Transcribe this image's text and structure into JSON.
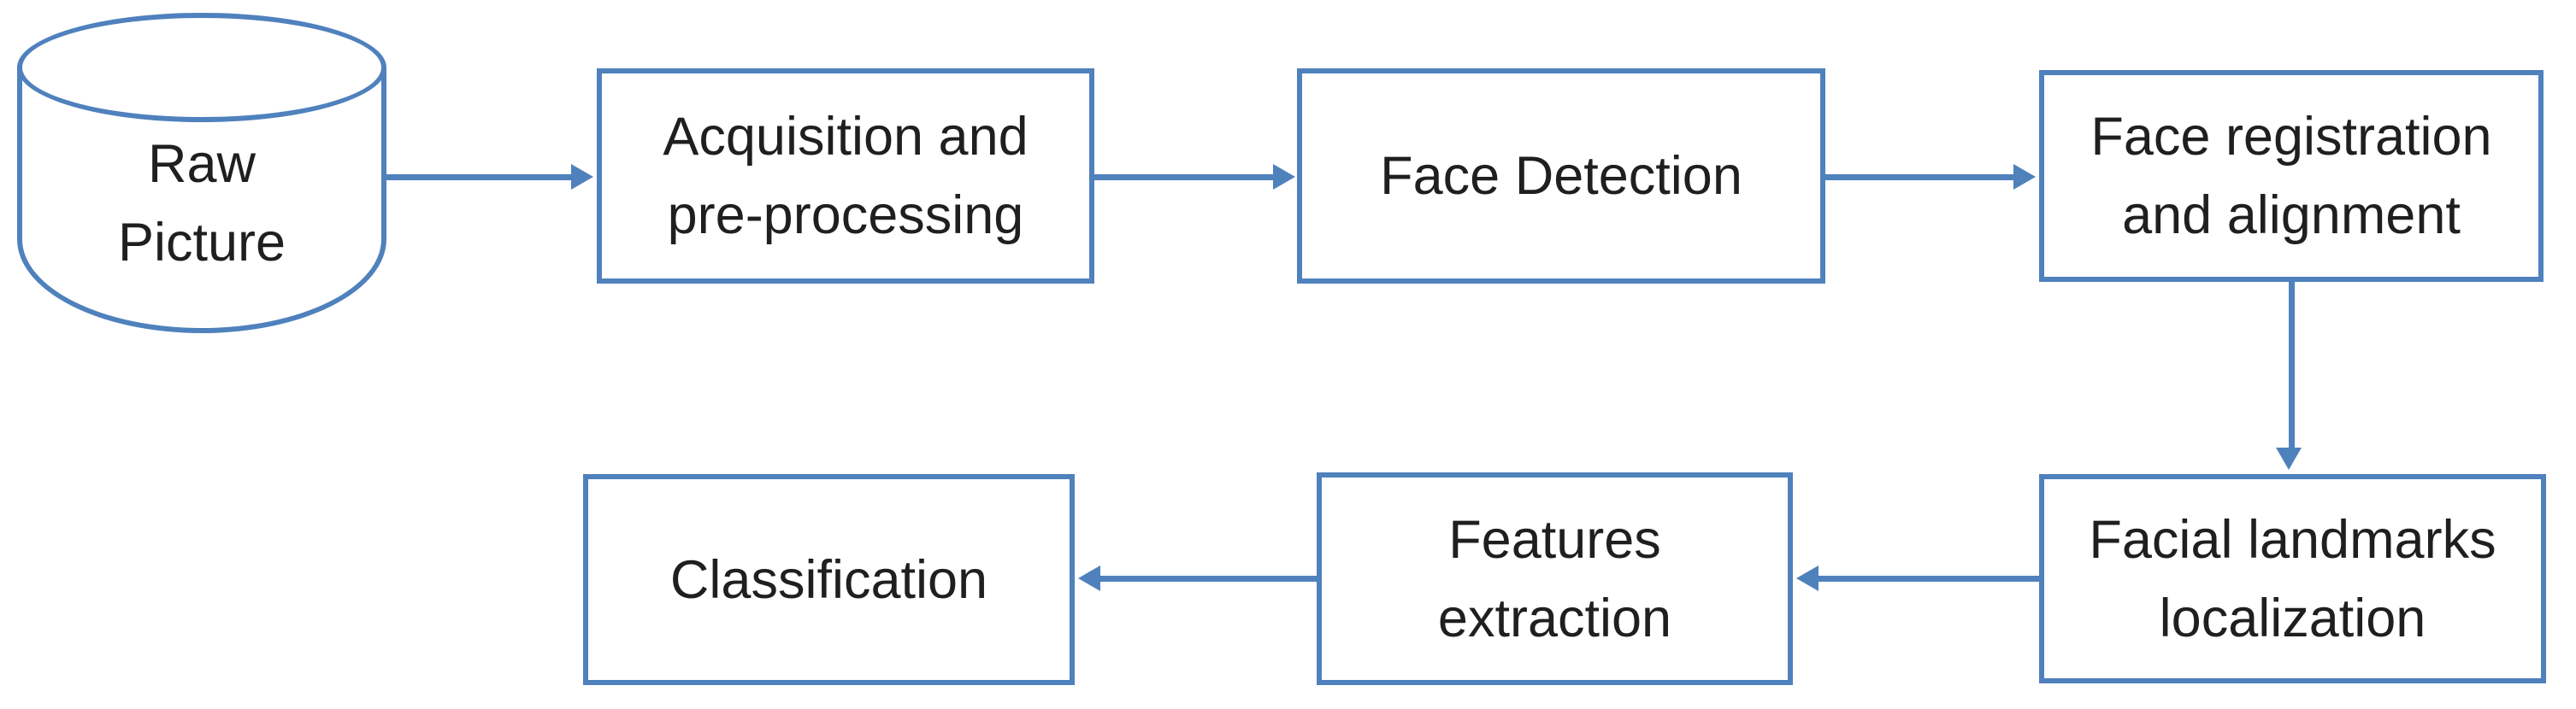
{
  "diagram": {
    "type": "flowchart",
    "colors": {
      "accent": "#4f81bd",
      "text": "#1f1f1f",
      "background": "#ffffff"
    },
    "nodes": [
      {
        "id": "raw-picture",
        "shape": "cylinder",
        "lines": [
          "Raw",
          "Picture"
        ]
      },
      {
        "id": "acquisition-pre-processing",
        "shape": "rect",
        "lines": [
          "Acquisition and",
          "pre-processing"
        ]
      },
      {
        "id": "face-detection",
        "shape": "rect",
        "lines": [
          "Face Detection"
        ]
      },
      {
        "id": "face-registration-alignment",
        "shape": "rect",
        "lines": [
          "Face registration",
          "and alignment"
        ]
      },
      {
        "id": "facial-landmarks-localization",
        "shape": "rect",
        "lines": [
          "Facial landmarks",
          "localization"
        ]
      },
      {
        "id": "features-extraction",
        "shape": "rect",
        "lines": [
          "Features",
          "extraction"
        ]
      },
      {
        "id": "classification",
        "shape": "rect",
        "lines": [
          "Classification"
        ]
      }
    ],
    "edges": [
      {
        "from": "raw-picture",
        "to": "acquisition-pre-processing",
        "direction": "right"
      },
      {
        "from": "acquisition-pre-processing",
        "to": "face-detection",
        "direction": "right"
      },
      {
        "from": "face-detection",
        "to": "face-registration-alignment",
        "direction": "right"
      },
      {
        "from": "face-registration-alignment",
        "to": "facial-landmarks-localization",
        "direction": "down"
      },
      {
        "from": "facial-landmarks-localization",
        "to": "features-extraction",
        "direction": "left"
      },
      {
        "from": "features-extraction",
        "to": "classification",
        "direction": "left"
      }
    ]
  }
}
